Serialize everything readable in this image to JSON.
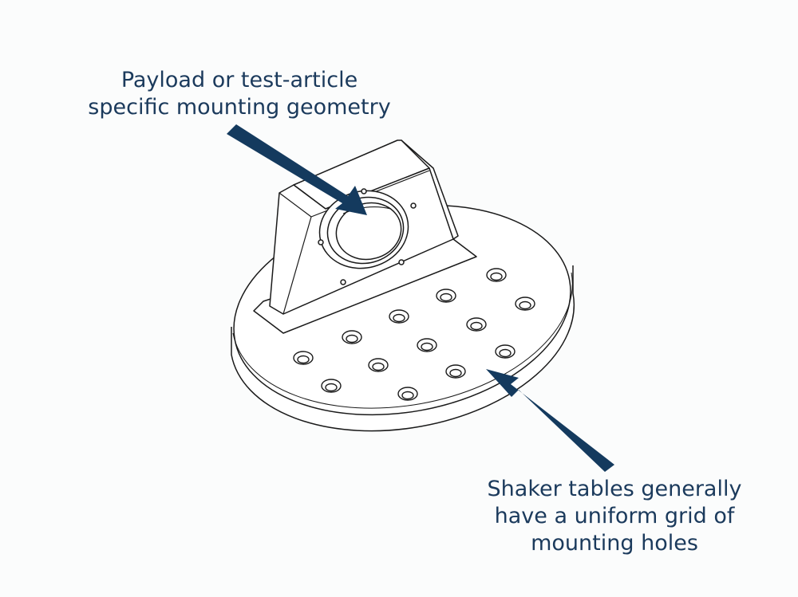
{
  "callouts": {
    "top": {
      "line1": "Payload or test-article",
      "line2": "specific mounting geometry"
    },
    "bottom": {
      "line1": "Shaker tables generally",
      "line2": "have a uniform grid of",
      "line3": "mounting holes"
    }
  },
  "colors": {
    "text": "#1b3a5c",
    "arrow": "#143a5e",
    "lines": "#1a1a1a",
    "background": "#fbfcfc"
  }
}
